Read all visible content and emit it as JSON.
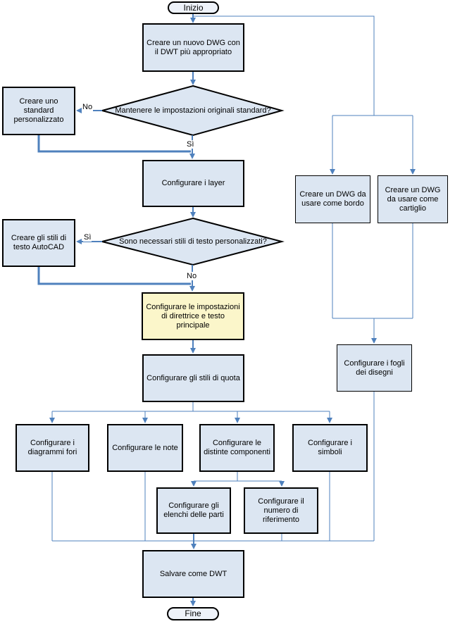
{
  "diagram": {
    "accent_color": "#4f81bd",
    "node_fill": "#dce6f2",
    "highlight_fill": "#fbf6ca",
    "terminator_fill": "#eef2f9",
    "nodes": {
      "start": "Inizio",
      "new_dwg": "Creare un nuovo DWG con il DWT più appropriato",
      "keep_standard": "Mantenere le impostazioni originali standard?",
      "custom_standard": "Creare uno standard personalizzato",
      "layers": "Configurare i layer",
      "need_text_styles": "Sono necessari stili di testo personalizzati?",
      "autocad_text_styles": "Creare gli stili di testo AutoCAD",
      "leader_settings": "Configurare le impostazioni di direttrice e testo principale",
      "dim_styles": "Configurare gli stili di quota",
      "dwg_border": "Creare un DWG da usare come bordo",
      "dwg_titleblock": "Creare un DWG da usare come cartiglio",
      "sheets": "Configurare i fogli dei disegni",
      "hole_charts": "Configurare i diagrammi fori",
      "notes": "Configurare le note",
      "parts": "Configurare le distinte componenti",
      "symbols": "Configurare i simboli",
      "parts_lists": "Configurare gli elenchi delle parti",
      "balloons": "Configurare il numero di riferimento",
      "save": "Salvare come DWT",
      "end": "Fine"
    },
    "labels": {
      "no_keep_standard": "No",
      "yes_keep_standard": "Sì",
      "yes_text_styles": "Sì",
      "no_text_styles": "No"
    }
  }
}
